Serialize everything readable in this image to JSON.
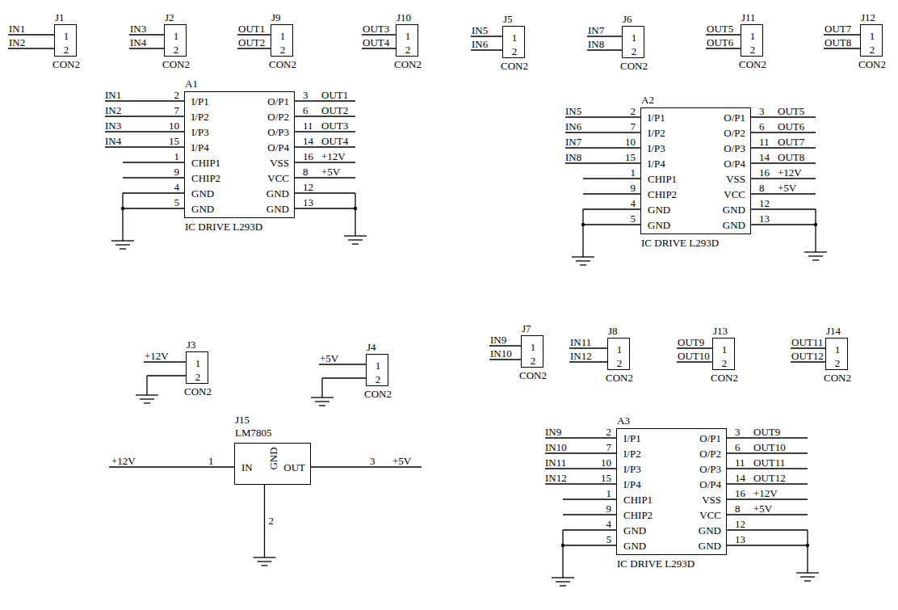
{
  "diagram": {
    "nodes": [
      {
        "text": [
          "J1",
          "1",
          "2",
          "CON2"
        ]
      },
      {
        "text": [
          "J2",
          "1",
          "2",
          "CON2"
        ]
      },
      {
        "text": [
          "J9",
          "1",
          "2",
          "CON2"
        ]
      },
      {
        "text": [
          "J10",
          "1",
          "2",
          "CON2"
        ]
      },
      {
        "text": [
          "J5",
          "1",
          "2",
          "CON2"
        ]
      },
      {
        "text": [
          "J6",
          "1",
          "2",
          "CON2"
        ]
      },
      {
        "text": [
          "J11",
          "1",
          "2",
          "CON2"
        ]
      },
      {
        "text": [
          "J12",
          "1",
          "2",
          "CON2"
        ]
      },
      {
        "text": [
          "A1",
          "I/P1",
          "I/P2",
          "I/P3",
          "I/P4",
          "CHIP1",
          "CHIP2",
          "GND",
          "GND",
          "O/P1",
          "O/P2",
          "O/P3",
          "O/P4",
          "VSS",
          "VCC",
          "GND",
          "GND",
          "IC DRIVE L293D"
        ]
      },
      {
        "text": [
          "A2",
          "I/P1",
          "I/P2",
          "I/P3",
          "I/P4",
          "CHIP1",
          "CHIP2",
          "GND",
          "GND",
          "O/P1",
          "O/P2",
          "O/P3",
          "O/P4",
          "VSS",
          "VCC",
          "GND",
          "GND",
          "IC DRIVE L293D"
        ]
      },
      {
        "text": [
          "J3",
          "1",
          "2",
          "CON2"
        ]
      },
      {
        "text": [
          "J4",
          "1",
          "2",
          "CON2"
        ]
      },
      {
        "text": [
          "J7",
          "1",
          "2",
          "CON2"
        ]
      },
      {
        "text": [
          "J8",
          "1",
          "2",
          "CON2"
        ]
      },
      {
        "text": [
          "J13",
          "1",
          "2",
          "CON2"
        ]
      },
      {
        "text": [
          "J14",
          "1",
          "2",
          "CON2"
        ]
      },
      {
        "text": [
          "J15",
          "LM7805",
          "IN",
          "GND",
          "OUT"
        ]
      },
      {
        "text": [
          "A3",
          "I/P1",
          "I/P2",
          "I/P3",
          "I/P4",
          "CHIP1",
          "CHIP2",
          "GND",
          "GND",
          "O/P1",
          "O/P2",
          "O/P3",
          "O/P4",
          "VSS",
          "VCC",
          "GND",
          "GND",
          "IC DRIVE L293D"
        ]
      }
    ],
    "labels": [
      "IN1",
      "IN2",
      "IN3",
      "IN4",
      "OUT1",
      "OUT2",
      "OUT3",
      "OUT4",
      "IN5",
      "IN6",
      "IN7",
      "IN8",
      "OUT5",
      "OUT6",
      "OUT7",
      "OUT8",
      "IN1",
      "2",
      "IN2",
      "7",
      "IN3",
      "10",
      "IN4",
      "15",
      "1",
      "9",
      "4",
      "5",
      "3",
      "OUT1",
      "6",
      "OUT2",
      "11",
      "OUT3",
      "14",
      "OUT4",
      "16",
      "+12V",
      "8",
      "+5V",
      "12",
      "13",
      "IN5",
      "2",
      "IN6",
      "7",
      "IN7",
      "10",
      "IN8",
      "15",
      "1",
      "9",
      "4",
      "5",
      "3",
      "OUT5",
      "6",
      "OUT6",
      "11",
      "OUT7",
      "14",
      "OUT8",
      "16",
      "+12V",
      "8",
      "+5V",
      "12",
      "13",
      "+12V",
      "+5V",
      "IN9",
      "IN10",
      "IN11",
      "IN12",
      "OUT9",
      "OUT10",
      "OUT11",
      "OUT12",
      "+12V",
      "1",
      "3",
      "+5V",
      "2",
      "IN9",
      "2",
      "IN10",
      "7",
      "IN11",
      "10",
      "IN12",
      "15",
      "1",
      "9",
      "4",
      "5",
      "3",
      "OUT9",
      "6",
      "OUT10",
      "11",
      "OUT11",
      "14",
      "OUT12",
      "16",
      "+12V",
      "8",
      "+5V",
      "12",
      "13"
    ]
  }
}
